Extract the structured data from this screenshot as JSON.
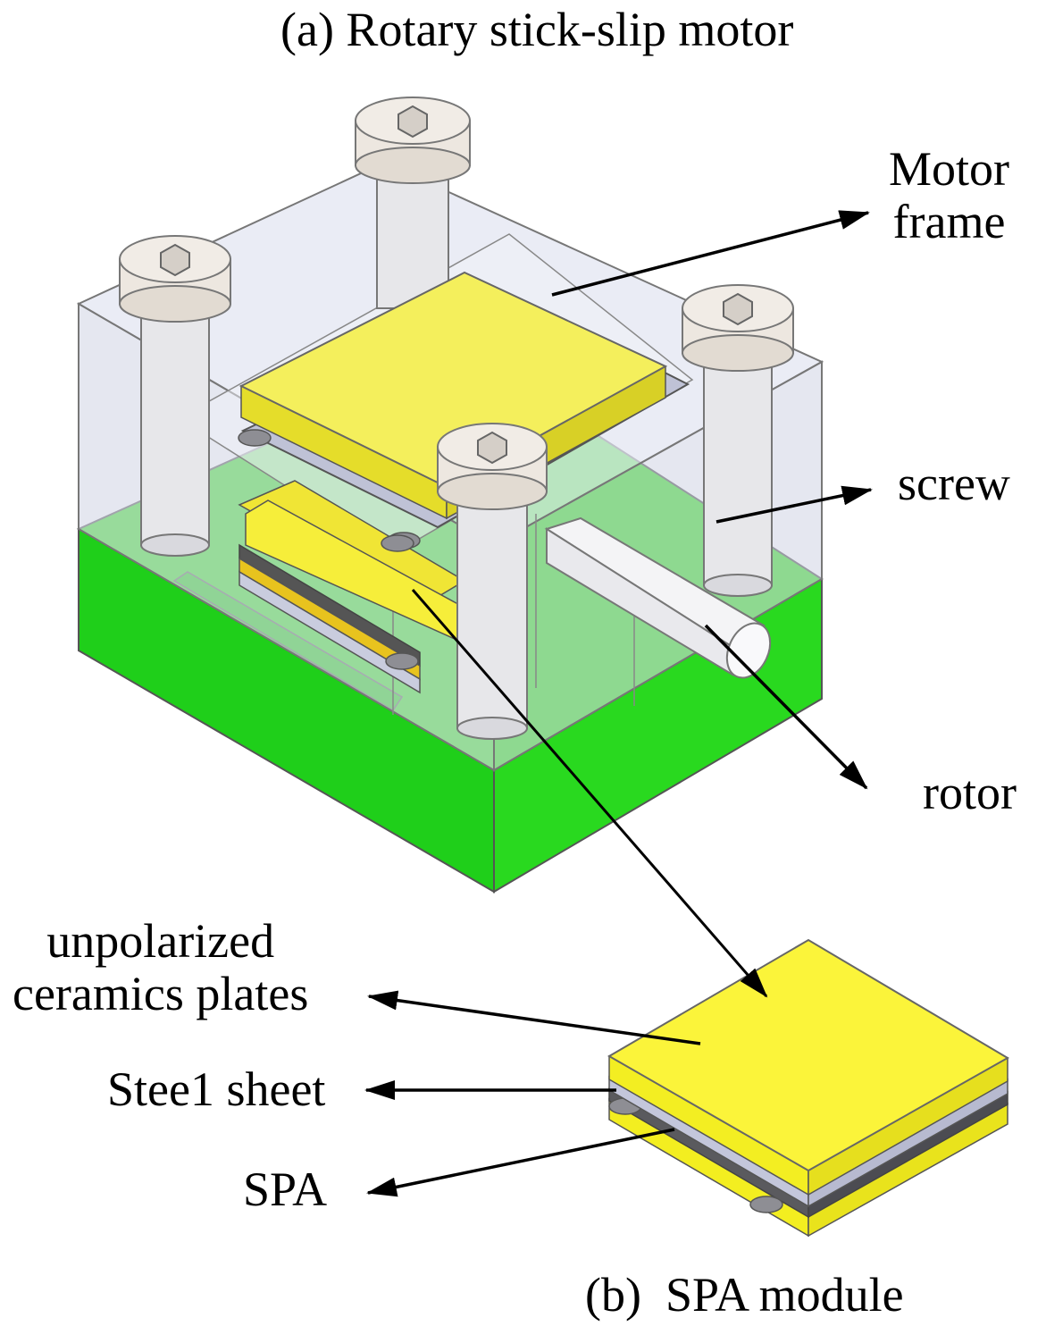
{
  "titles": {
    "top": "(a) Rotary stick-slip motor",
    "bottom": "(b)  SPA module"
  },
  "labels": {
    "motor_frame_line1": "Motor",
    "motor_frame_line2": "frame",
    "screw": "screw",
    "rotor": "rotor",
    "ceramics_line1": "unpolarized",
    "ceramics_line2": "ceramics plates",
    "steel_sheet": "Stee1 sheet",
    "spa": "SPA"
  },
  "colors": {
    "base_green": "#33dd22",
    "ceramic_yellow": "#f2ee2a",
    "frame_glass": "#d8dbe8",
    "steel": "#c5c8dc",
    "screw_gray": "#e8e4de"
  }
}
